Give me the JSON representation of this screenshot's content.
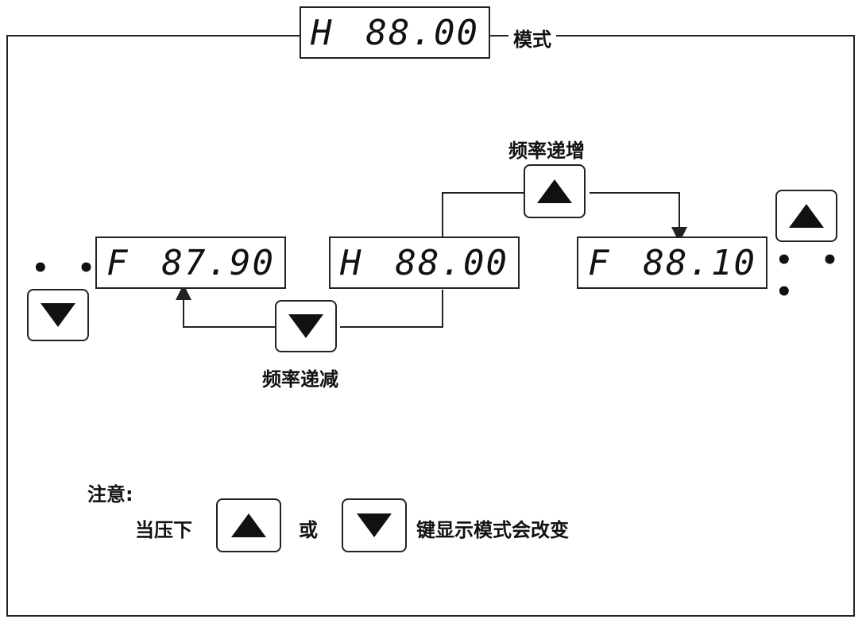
{
  "header": {
    "display": {
      "mode": "H",
      "value": "88.00"
    },
    "label": "模式"
  },
  "displays": {
    "left": {
      "mode": "F",
      "value": "87.90"
    },
    "center": {
      "mode": "H",
      "value": "88.00"
    },
    "right": {
      "mode": "F",
      "value": "88.10"
    }
  },
  "labels": {
    "increase": "频率递增",
    "decrease": "频率递减"
  },
  "ellipsis": {
    "left": "• • •",
    "right": "• • •"
  },
  "note": {
    "title": "注意:",
    "prefix": "当压下",
    "or": "或",
    "suffix": "键显示模式会改变"
  },
  "icons": {
    "up": "up-triangle-icon",
    "down": "down-triangle-icon"
  }
}
